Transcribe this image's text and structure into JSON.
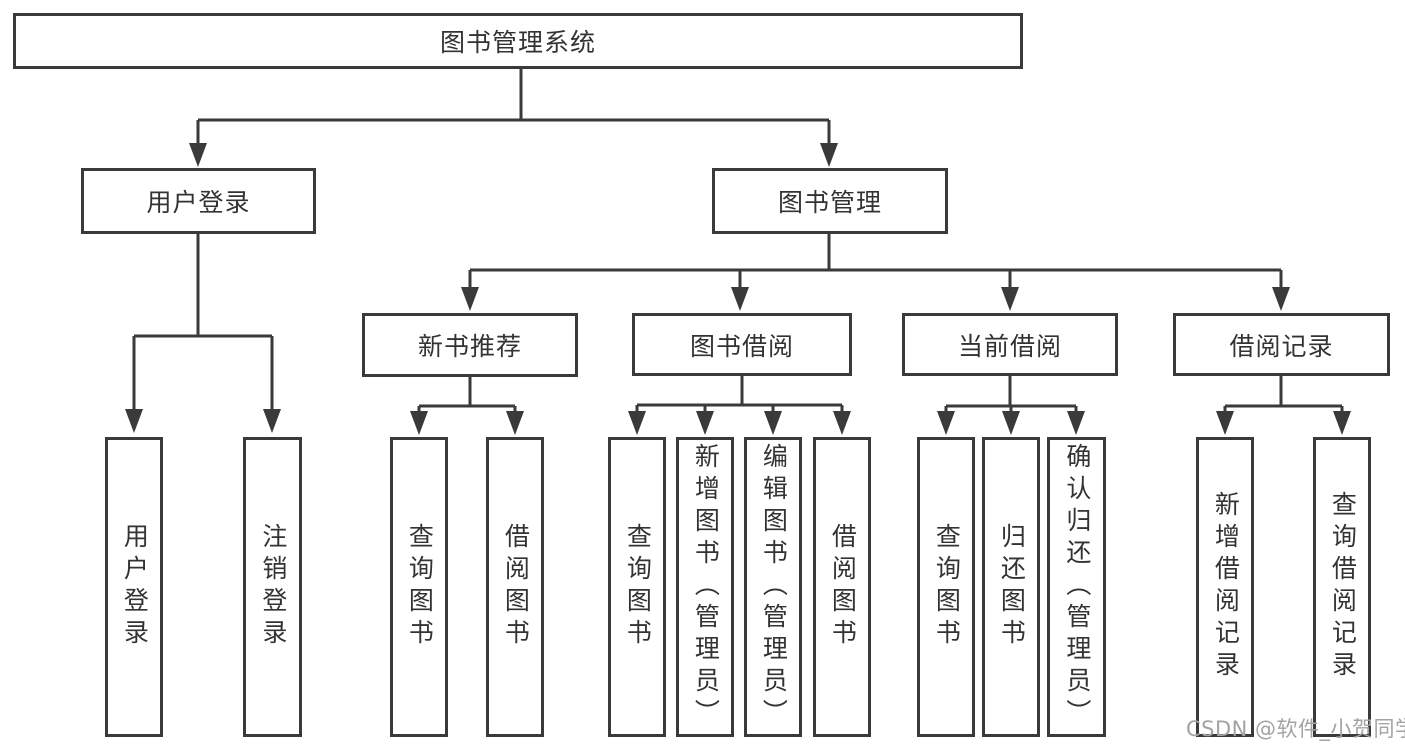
{
  "diagram_title": "图书管理系统",
  "nodes": {
    "root": "图书管理系统",
    "user_login": "用户登录",
    "book_management": "图书管理",
    "new_book_recommend": "新书推荐",
    "book_borrow": "图书借阅",
    "current_borrow": "当前借阅",
    "borrow_records": "借阅记录"
  },
  "leaves": {
    "user_login": [
      "用户登录",
      "注销登录"
    ],
    "new_book_recommend": [
      "查询图书",
      "借阅图书"
    ],
    "book_borrow": [
      "查询图书",
      "新增图书（管理员）",
      "编辑图书（管理员）",
      "借阅图书"
    ],
    "current_borrow": [
      "查询图书",
      "归还图书",
      "确认归还（管理员）"
    ],
    "borrow_records": [
      "新增借阅记录",
      "查询借阅记录"
    ]
  },
  "watermark": "CSDN @软件_小贺同学",
  "colors": {
    "line": "#3a3a3a",
    "text": "#333333",
    "watermark": "#a3a3a3",
    "background": "#ffffff"
  }
}
